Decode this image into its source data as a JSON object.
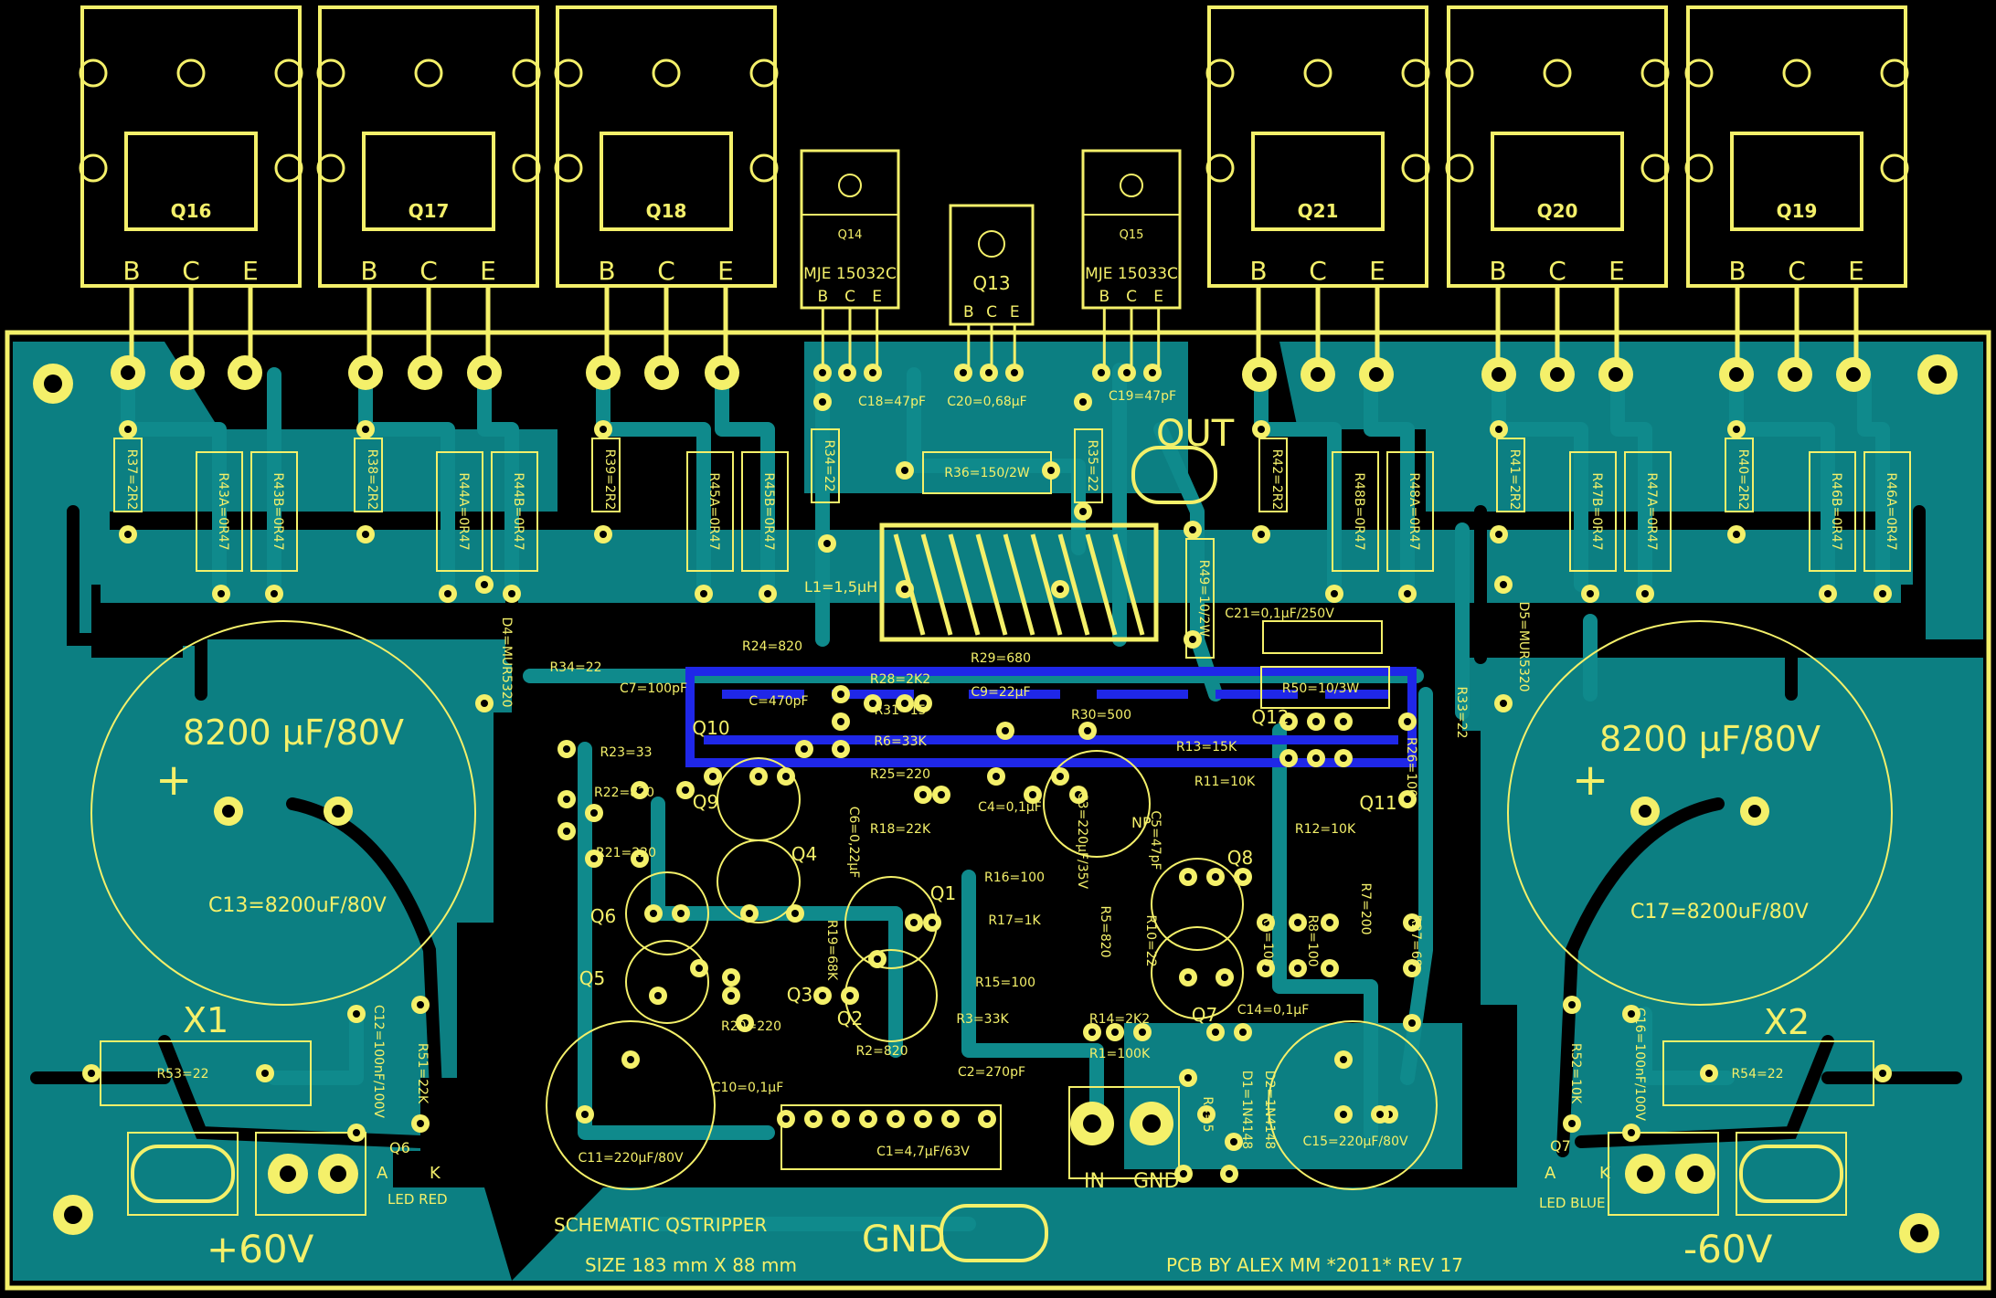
{
  "colors": {
    "background": "#000000",
    "copper": "#0f8a8c",
    "ground_pour": "#0c7f82",
    "silkscreen": "#f4f06a",
    "pad": "#f4f06a",
    "bottom_layer": "#1f27e8"
  },
  "large_transistors": [
    {
      "ref": "Q16",
      "pins": [
        "B",
        "C",
        "E"
      ]
    },
    {
      "ref": "Q17",
      "pins": [
        "B",
        "C",
        "E"
      ]
    },
    {
      "ref": "Q18",
      "pins": [
        "B",
        "C",
        "E"
      ]
    },
    {
      "ref": "Q21",
      "pins": [
        "B",
        "C",
        "E"
      ]
    },
    {
      "ref": "Q20",
      "pins": [
        "B",
        "C",
        "E"
      ]
    },
    {
      "ref": "Q19",
      "pins": [
        "B",
        "C",
        "E"
      ]
    }
  ],
  "drivers": [
    {
      "ref": "Q14",
      "part": "MJE 15032C",
      "pins": [
        "B",
        "C",
        "E"
      ]
    },
    {
      "ref": "Q13",
      "part": "",
      "pins": [
        "B",
        "C",
        "E"
      ]
    },
    {
      "ref": "Q15",
      "part": "MJE 15033C",
      "pins": [
        "B",
        "C",
        "E"
      ]
    }
  ],
  "labels": {
    "out": "OUT",
    "gnd": "GND",
    "plus60": "+60V",
    "minus60": "-60V",
    "x1": "X1",
    "x2": "X2",
    "in": "IN",
    "gnd_in": "GND",
    "cap_big_left": "8200 μF/80V",
    "cap_big_right": "8200 μF/80V",
    "c13": "C13=8200uF/80V",
    "c17": "C17=8200uF/80V",
    "plus_sign": "+",
    "schematic": "SCHEMATIC QSTRIPPER",
    "size": "SIZE 183 mm X 88 mm",
    "credit": "PCB BY ALEX MM *2011* REV 17",
    "led_red": "LED RED",
    "led_blue": "LED BLUE",
    "q6_led": "Q6",
    "q7_led": "Q7",
    "np": "NP",
    "l1": "L1=1,5μH",
    "a": "A",
    "k": "K"
  },
  "resistors": [
    "R37=2R2",
    "R43A=0R47",
    "R43B=0R47",
    "R38=2R2",
    "R44A=0R47",
    "R44B=0R47",
    "R39=2R2",
    "R45A=0R47",
    "R45B=0R47",
    "R34=22",
    "R36=150/2W",
    "R35=22",
    "R42=2R2",
    "R48B=0R47",
    "R48A=0R47",
    "R41=2R2",
    "R47B=0R47",
    "R47A=0R47",
    "R40=2R2",
    "R46B=0R47",
    "R46A=0R47",
    "R49=10/2W",
    "R24=820",
    "R34=22",
    "R28=2K2",
    "R31=15",
    "R6=33K",
    "R25=220",
    "R29=680",
    "R30=500",
    "R50=10/3W",
    "R13=15K",
    "R11=10K",
    "R12=10K",
    "R26=100",
    "R23=33",
    "R22=820",
    "R21=220",
    "R18=22K",
    "R16=100",
    "R17=1K",
    "R15=100",
    "R19=68K",
    "R20=220",
    "R2=820",
    "R3=33K",
    "R14=2K2",
    "R1=100K",
    "R5=820",
    "R10=22",
    "R9=100",
    "R8=100",
    "R7=200",
    "R27=68",
    "R4=5",
    "R53=22",
    "R51=22K",
    "R54=22",
    "R52=10K",
    "R33=22"
  ],
  "capacitors": [
    "C18=47pF",
    "C20=0,68μF",
    "C19=47pF",
    "C21=0,1μF/250V",
    "C7=100pF",
    "C=470pF",
    "C9=22μF",
    "C4=0,1μF",
    "C3=220μF/35V",
    "C5=47pF",
    "C6=0,22μF",
    "C2=270pF",
    "C10=0,1μF",
    "C11=220μF/80V",
    "C1=4,7μF/63V",
    "C14=0,1μF",
    "C15=220μF/80V",
    "C12=100nF/100V",
    "C16=100nF/100V"
  ],
  "diodes": [
    "D4=MUR5320",
    "D5=MUR5320",
    "D1=1N4148",
    "D2=1N4148"
  ],
  "small_transistors": [
    "Q10",
    "Q12",
    "Q11",
    "Q9",
    "Q4",
    "Q6",
    "Q5",
    "Q3",
    "Q2",
    "Q1",
    "Q8",
    "Q7"
  ]
}
